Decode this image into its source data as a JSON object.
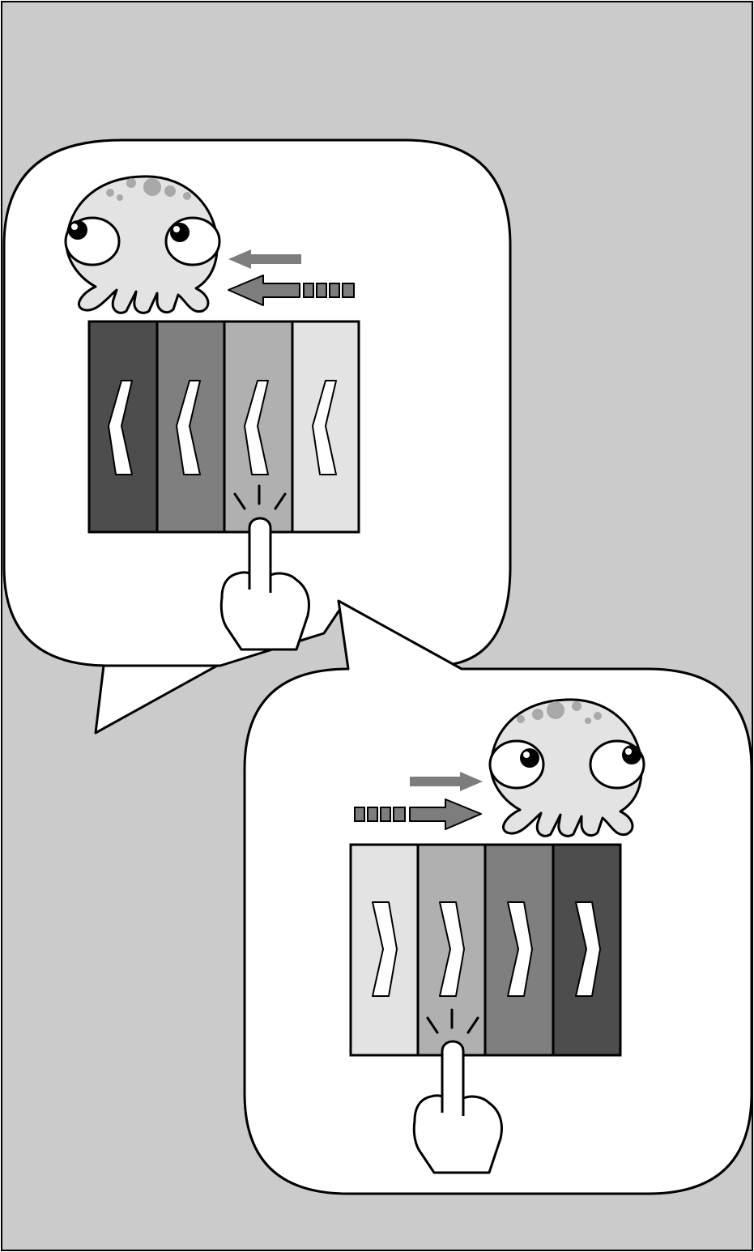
{
  "colors": {
    "background": "#cbcbcb",
    "border": "#000000",
    "bubble": "#ffffff",
    "creature_fill": "#e3e3e3",
    "creature_spots": "#a9a9a9",
    "arrow_gray": "#7d7d7d",
    "swatch_darkest": "#4d4d4d",
    "swatch_dark": "#7f7f7f",
    "swatch_medium": "#b0b0b0",
    "swatch_light": "#e3e3e3"
  },
  "panels": [
    {
      "name": "swipe-left-panel",
      "direction": "left",
      "tap_index": 2,
      "segments": [
        "dark",
        "medium-dark",
        "medium",
        "light"
      ],
      "chevron": "left-chevron",
      "icons": [
        "octopus-icon",
        "arrow-left-icon",
        "arrow-left-dashed-icon",
        "pointing-hand-icon"
      ]
    },
    {
      "name": "swipe-right-panel",
      "direction": "right",
      "tap_index": 1,
      "segments": [
        "light",
        "medium",
        "medium-dark",
        "dark"
      ],
      "chevron": "right-chevron",
      "icons": [
        "octopus-icon",
        "arrow-right-icon",
        "arrow-right-dashed-icon",
        "pointing-hand-icon"
      ]
    }
  ]
}
